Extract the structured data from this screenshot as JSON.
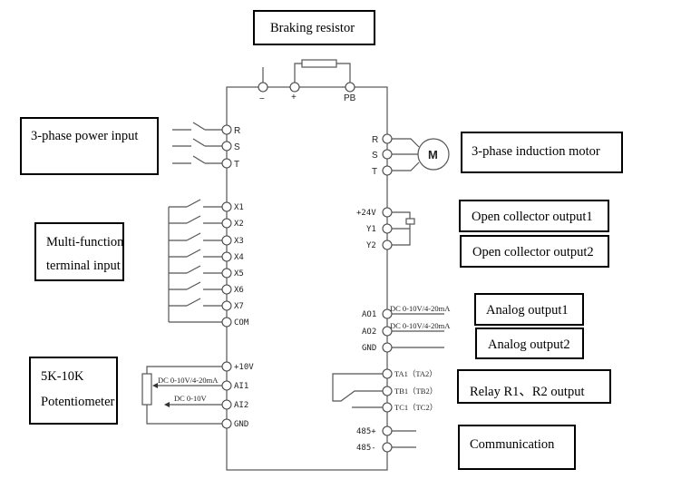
{
  "boxes": {
    "braking_resistor": "Braking resistor",
    "power_input": "3-phase power input",
    "motor": "3-phase induction motor",
    "multi_function_line1": "Multi-function",
    "multi_function_line2": "terminal input",
    "open_collector_1": "Open collector output1",
    "open_collector_2": "Open collector output2",
    "analog_output_1": "Analog output1",
    "analog_output_2": "Analog output2",
    "potentiometer_line1": "5K-10K",
    "potentiometer_line2": "Potentiometer",
    "relay_output": "Relay R1、R2 output",
    "communication": "Communication"
  },
  "terminals": {
    "dc_bus": [
      "−",
      "+",
      "PB"
    ],
    "power_input": [
      "R",
      "S",
      "T"
    ],
    "motor_output": [
      "R",
      "S",
      "T"
    ],
    "motor_symbol": "M",
    "digital_inputs": [
      "X1",
      "X2",
      "X3",
      "X4",
      "X5",
      "X6",
      "X7",
      "COM"
    ],
    "open_collector": [
      "+24V",
      "Y1",
      "Y2"
    ],
    "analog_outputs": [
      "AO1",
      "AO2",
      "GND"
    ],
    "analog_output_signal": "DC 0-10V/4-20mA",
    "analog_inputs": [
      "+10V",
      "AI1",
      "AI2",
      "GND"
    ],
    "ai1_signal": "DC 0-10V/4-20mA",
    "ai2_signal": "DC 0-10V",
    "relay": [
      "TA1（TA2）",
      "TB1（TB2）",
      "TC1（TC2）"
    ],
    "rs485": [
      "485+",
      "485-"
    ]
  }
}
